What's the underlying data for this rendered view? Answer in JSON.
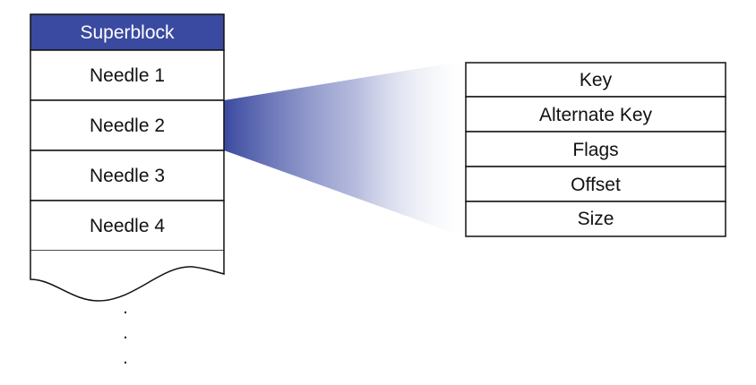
{
  "colors": {
    "header_fill": "#3a4aa0",
    "beam": "#3a4aa0",
    "stroke": "#111111",
    "background": "#ffffff"
  },
  "volume": {
    "superblock_label": "Superblock",
    "needles": [
      "Needle 1",
      "Needle 2",
      "Needle 3",
      "Needle 4"
    ],
    "continuation_dots": [
      ".",
      ".",
      "."
    ]
  },
  "needle_detail": {
    "fields": [
      "Key",
      "Alternate Key",
      "Flags",
      "Offset",
      "Size"
    ]
  }
}
